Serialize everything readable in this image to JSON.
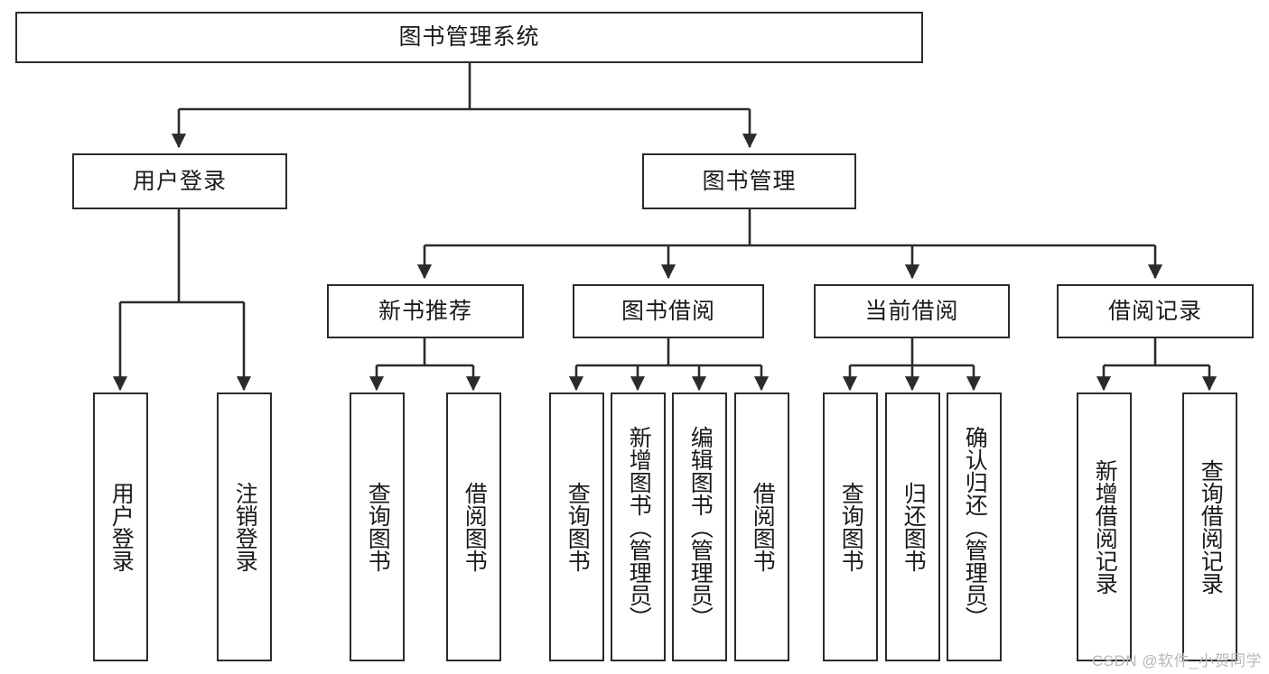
{
  "diagram": {
    "type": "tree",
    "title": "图书管理系统",
    "orientation": "top-down",
    "colors": {
      "box_border": "#2b2b2b",
      "box_fill": "#ffffff",
      "edge": "#2b2b2b",
      "watermark": "#b9b9b9",
      "background": "#ffffff"
    },
    "root": {
      "label": "图书管理系统"
    },
    "level2": [
      {
        "label": "用户登录"
      },
      {
        "label": "图书管理"
      }
    ],
    "level3": [
      {
        "label": "新书推荐"
      },
      {
        "label": "图书借阅"
      },
      {
        "label": "当前借阅"
      },
      {
        "label": "借阅记录"
      }
    ],
    "leaves": {
      "user_login": [
        {
          "label": "用户登录"
        },
        {
          "label": "注销登录"
        }
      ],
      "new_book": [
        {
          "label": "查询图书"
        },
        {
          "label": "借阅图书"
        }
      ],
      "book_borrow": [
        {
          "label": "查询图书"
        },
        {
          "label": "新增图书（管理员）"
        },
        {
          "label": "编辑图书（管理员）"
        },
        {
          "label": "借阅图书"
        }
      ],
      "current_borrow": [
        {
          "label": "查询图书"
        },
        {
          "label": "归还图书"
        },
        {
          "label": "确认归还（管理员）"
        }
      ],
      "borrow_record": [
        {
          "label": "新增借阅记录"
        },
        {
          "label": "查询借阅记录"
        }
      ]
    }
  },
  "watermark": {
    "text": "CSDN @软件_小贺同学"
  }
}
